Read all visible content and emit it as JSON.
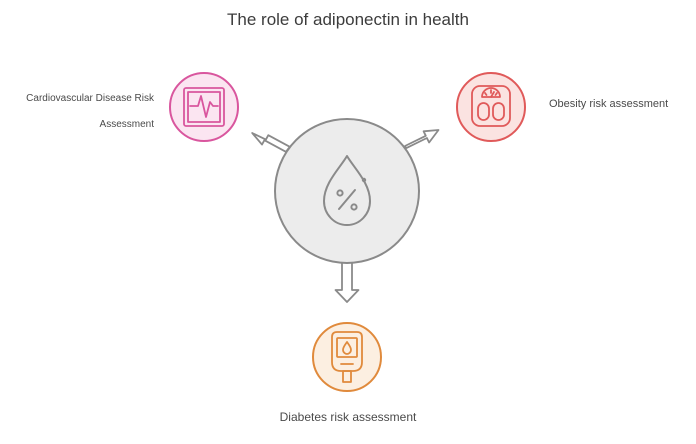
{
  "title": "The role of adiponectin in health",
  "center": {
    "icon": "water-drop-percent-icon",
    "color": "#8a8a8a",
    "fill": "#ececec"
  },
  "nodes": [
    {
      "id": "cardio",
      "label": "Cardiovascular Disease Risk Assessment",
      "label_lines": [
        "Cardiovascular Disease Risk",
        "Assessment"
      ],
      "icon": "heart-monitor-icon",
      "color": "#d9569e",
      "fill": "#fbe5f1"
    },
    {
      "id": "obesity",
      "label": "Obesity risk assessment",
      "icon": "bathroom-scale-icon",
      "color": "#e05a5a",
      "fill": "#fbe3e1"
    },
    {
      "id": "diabetes",
      "label": "Diabetes risk assessment",
      "icon": "glucose-meter-icon",
      "color": "#e08a3c",
      "fill": "#fcefe1"
    }
  ]
}
